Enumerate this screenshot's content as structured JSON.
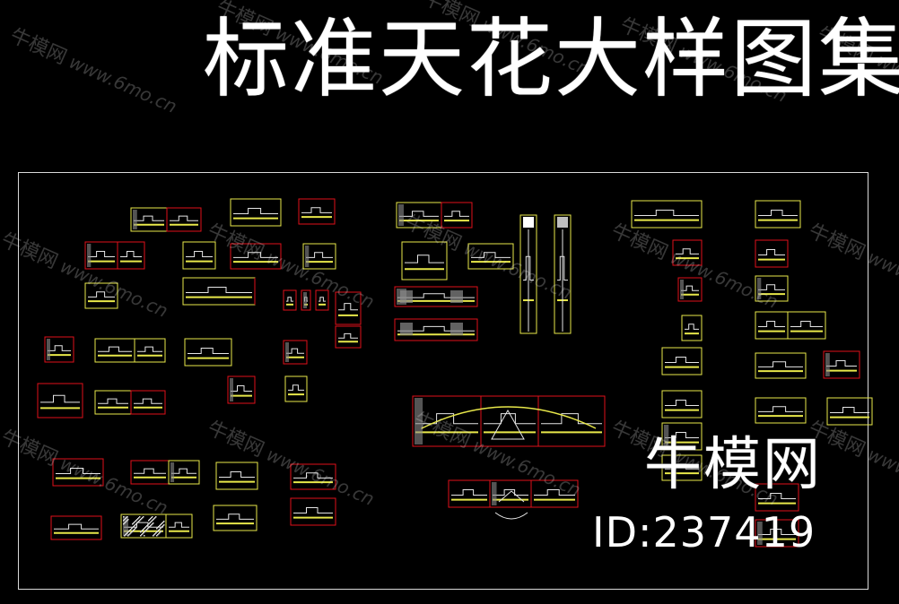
{
  "title": "标准天花大样图集",
  "watermark": {
    "text": "牛模网",
    "url": "www.6mo.cn"
  },
  "brand": {
    "name": "牛模网",
    "id_label": "ID:",
    "id_value": "237419"
  },
  "colors": {
    "background": "#000000",
    "frame": "#d9d9d9",
    "outline_red": "#e0101a",
    "outline_yellow": "#e8e84a",
    "detail_white": "#e6e6e6",
    "hatch_gray": "#8c8c8c"
  }
}
